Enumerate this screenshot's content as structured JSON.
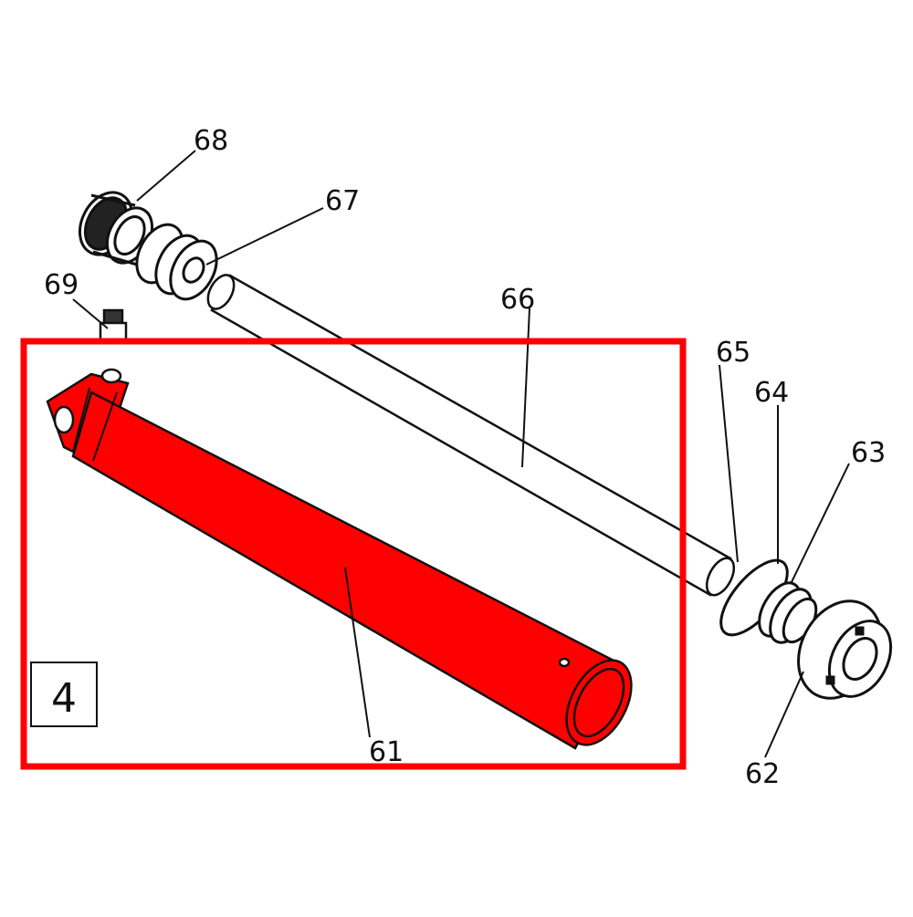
{
  "diagram": {
    "highlight_color": "#ff0000",
    "box_number": "4",
    "highlighted_part": "61",
    "parts": [
      {
        "id": "61",
        "label": "61"
      },
      {
        "id": "62",
        "label": "62"
      },
      {
        "id": "63",
        "label": "63"
      },
      {
        "id": "64",
        "label": "64"
      },
      {
        "id": "65",
        "label": "65"
      },
      {
        "id": "66",
        "label": "66"
      },
      {
        "id": "67",
        "label": "67"
      },
      {
        "id": "68",
        "label": "68"
      },
      {
        "id": "69",
        "label": "69"
      }
    ]
  }
}
